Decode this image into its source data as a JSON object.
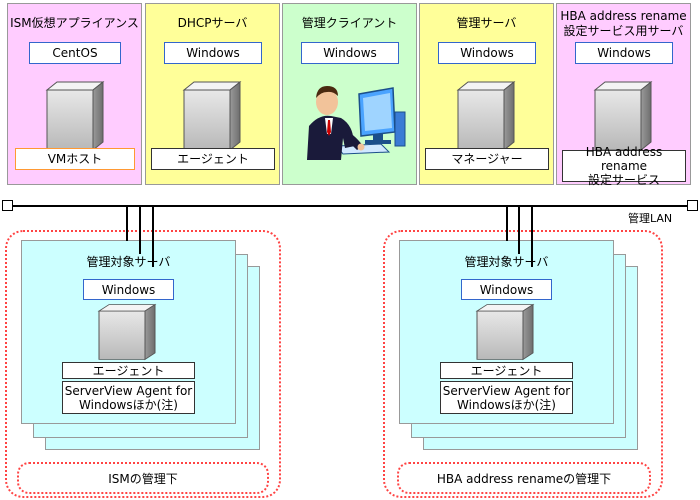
{
  "colors": {
    "ism_panel": "#ffccff",
    "dhcp_panel": "#ffff99",
    "client_panel": "#ccffcc",
    "mgr_panel": "#ffff99",
    "hba_panel": "#ffccff",
    "managed_server": "#ccffff",
    "label_border_blue": "#3366cc",
    "label_border_orange": "#ff9933",
    "dotted_border": "#ff4444"
  },
  "top_panels": {
    "ism": {
      "title": "ISM仮想アプライアンス",
      "os": "CentOS",
      "role": "VMホスト"
    },
    "dhcp": {
      "title": "DHCPサーバ",
      "os": "Windows",
      "role": "エージェント"
    },
    "client": {
      "title": "管理クライアント",
      "os": "Windows"
    },
    "manager": {
      "title": "管理サーバ",
      "os": "Windows",
      "role": "マネージャー"
    },
    "hba": {
      "title_line1": "HBA address rename",
      "title_line2": "設定サービス用サーバ",
      "os": "Windows",
      "role_line1": "HBA address rename",
      "role_line2": "設定サービス"
    }
  },
  "network": {
    "label": "管理LAN"
  },
  "left_group": {
    "server_title": "管理対象サーバ",
    "os": "Windows",
    "agent": "エージェント",
    "sv_line1": "ServerView Agent for",
    "sv_line2": "Windowsほか(注)",
    "caption": "ISMの管理下"
  },
  "right_group": {
    "server_title": "管理対象サーバ",
    "os": "Windows",
    "agent": "エージェント",
    "sv_line1": "ServerView Agent for",
    "sv_line2": "Windowsほか(注)",
    "caption": "HBA address renameの管理下"
  }
}
